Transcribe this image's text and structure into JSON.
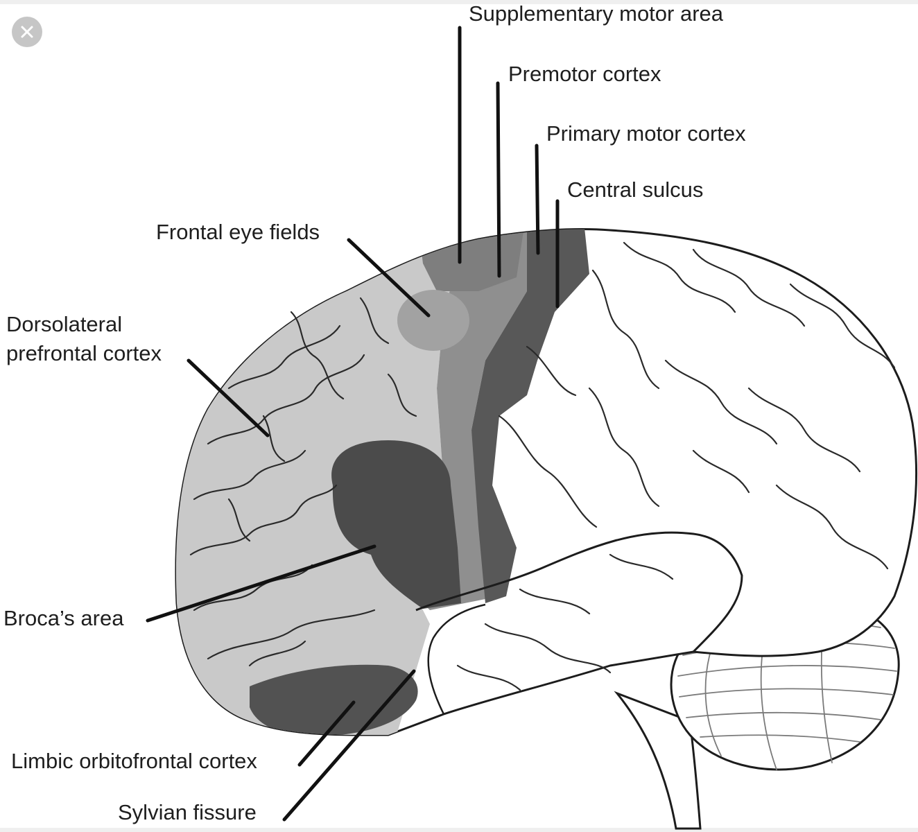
{
  "viewer": {
    "close_icon": "close-icon"
  },
  "diagram": {
    "colors": {
      "prefrontal": "#c9c9c9",
      "frontal_eye_fields": "#a2a2a2",
      "premotor": "#8f8f8f",
      "primary_motor": "#585858",
      "broca": "#4b4b4b",
      "orbitofrontal": "#525252",
      "outline": "#1c1c1c",
      "background": "#ffffff"
    },
    "labels": {
      "supplementary_motor": "Supplementary motor area",
      "premotor": "Premotor cortex",
      "primary_motor": "Primary motor cortex",
      "central_sulcus": "Central sulcus",
      "frontal_eye_fields": "Frontal eye fields",
      "dlpfc_line1": "Dorsolateral",
      "dlpfc_line2": "prefrontal cortex",
      "broca": "Broca’s area",
      "orbitofrontal": "Limbic orbitofrontal cortex",
      "sylvian": "Sylvian fissure"
    }
  }
}
